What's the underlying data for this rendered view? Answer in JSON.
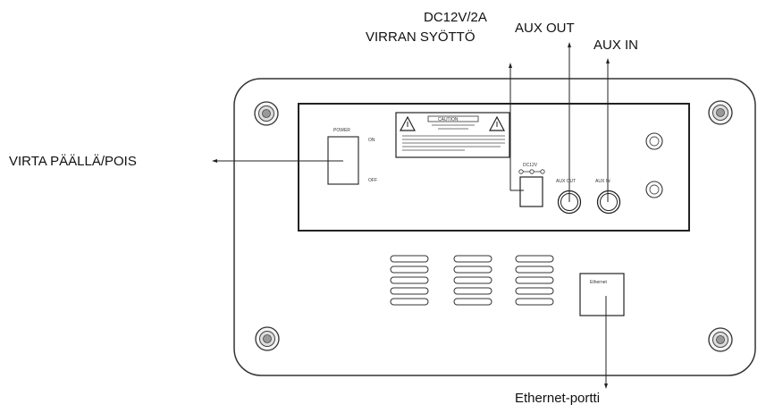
{
  "labels": {
    "power_supply_line1": "DC12V/2A",
    "power_supply_line2": "VIRRAN SYÖTTÖ",
    "aux_out": "AUX OUT",
    "aux_in": "AUX IN",
    "power_switch": "VIRTA PÄÄLLÄ/POIS",
    "ethernet": "Ethernet-portti"
  },
  "device_markings": {
    "power": "POWER",
    "on": "ON",
    "off": "OFF",
    "caution": "CAUTION",
    "dc12v": "DC12V",
    "aux_out": "AUX OUT",
    "aux_in": "AUX IN",
    "ethernet": "Ethernet"
  },
  "colors": {
    "line": "#222222",
    "device_outline": "#333333",
    "text": "#111111"
  }
}
